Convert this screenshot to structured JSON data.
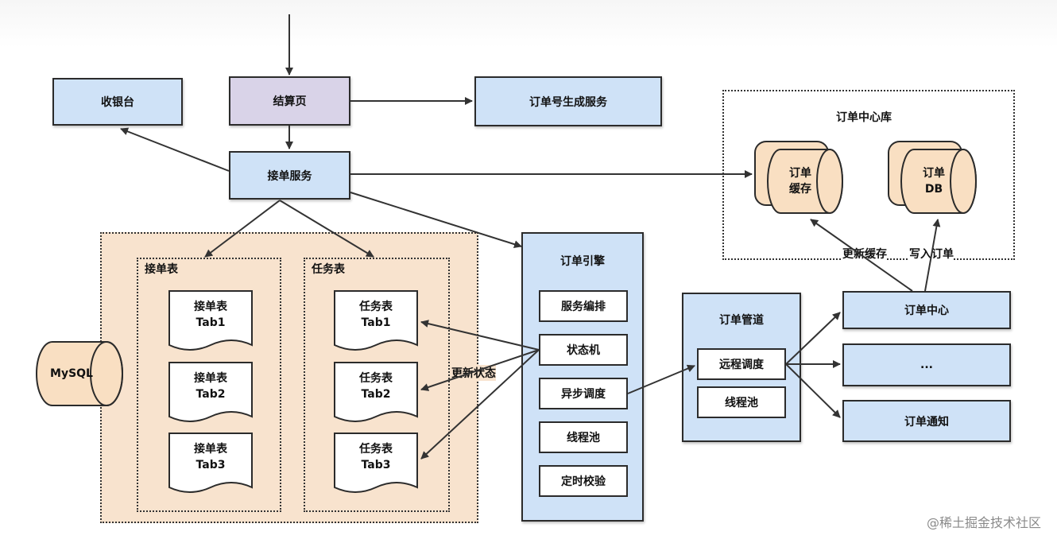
{
  "nodes": {
    "cashier": "收银台",
    "checkout": "结算页",
    "order_no_service": "订单号生成服务",
    "order_accept_service": "接单服务",
    "order_center_db_group": "订单中心库",
    "order_cache_line1": "订单",
    "order_cache_line2": "缓存",
    "order_db_line1": "订单",
    "order_db_line2": "DB",
    "order_engine": "订单引擎",
    "order_pipeline": "订单管道",
    "order_center": "订单中心",
    "ellipsis": "...",
    "order_notify": "订单通知",
    "mysql": "MySQL"
  },
  "accept_table": {
    "title": "接单表",
    "tabs": [
      {
        "line1": "接单表",
        "line2": "Tab1"
      },
      {
        "line1": "接单表",
        "line2": "Tab2"
      },
      {
        "line1": "接单表",
        "line2": "Tab3"
      }
    ]
  },
  "task_table": {
    "title": "任务表",
    "tabs": [
      {
        "line1": "任务表",
        "line2": "Tab1"
      },
      {
        "line1": "任务表",
        "line2": "Tab2"
      },
      {
        "line1": "任务表",
        "line2": "Tab3"
      }
    ]
  },
  "engine_items": [
    "服务编排",
    "状态机",
    "异步调度",
    "线程池",
    "定时校验"
  ],
  "pipeline_items": [
    "远程调度",
    "线程池"
  ],
  "edge_labels": {
    "update_status": "更新状态",
    "update_cache": "更新缓存",
    "write_order": "写入订单"
  },
  "watermark": "@稀土掘金技术社区",
  "colors": {
    "box_blue": "#cfe2f7",
    "box_purple": "#d9d3e8",
    "region_peach": "#f8e3ce",
    "cylinder_peach": "#f9dfc2"
  }
}
